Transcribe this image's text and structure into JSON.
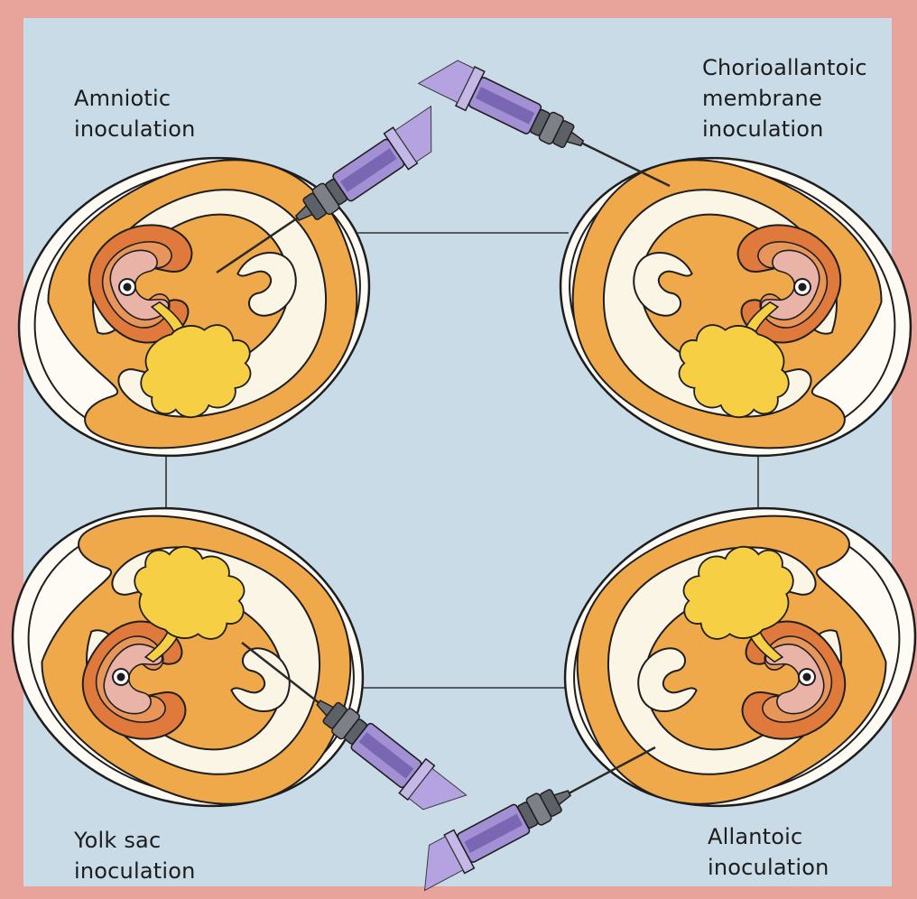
{
  "labels": {
    "amniotic": [
      "Amniotic",
      "inoculation"
    ],
    "chorioallantoic": [
      "Chorioallantoic",
      "membrane",
      "inoculation"
    ],
    "yolk_sac": [
      "Yolk sac",
      "inoculation"
    ],
    "allantoic": [
      "Allantoic",
      "inoculation"
    ]
  },
  "colors": {
    "frame": "#e8a39b",
    "background": "#c9dbe6",
    "shell": "#fdfbf4",
    "albumen": "#f0a94a",
    "membrane_space": "#fbf5e6",
    "embryo_outer": "#e07a3c",
    "embryo_head": "#e9b3a7",
    "yolk": "#f6cf45",
    "syringe_barrel": "#a38fd3",
    "syringe_plunger": "#7a67b4",
    "syringe_hub": "#5d6066",
    "outline": "#1e1e1e"
  }
}
